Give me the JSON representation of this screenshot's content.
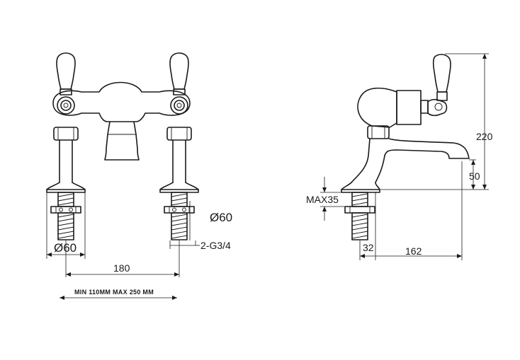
{
  "front_view": {
    "outer_diameter": "Ø60",
    "base_diameter": "Ø60",
    "thread": "2-G3/4",
    "centres": "180",
    "range_note": "MIN 110MM  MAX 250 MM"
  },
  "side_view": {
    "height": "220",
    "spout_height": "50",
    "deck_thickness": "MAX35",
    "base_offset": "32",
    "projection": "162"
  }
}
